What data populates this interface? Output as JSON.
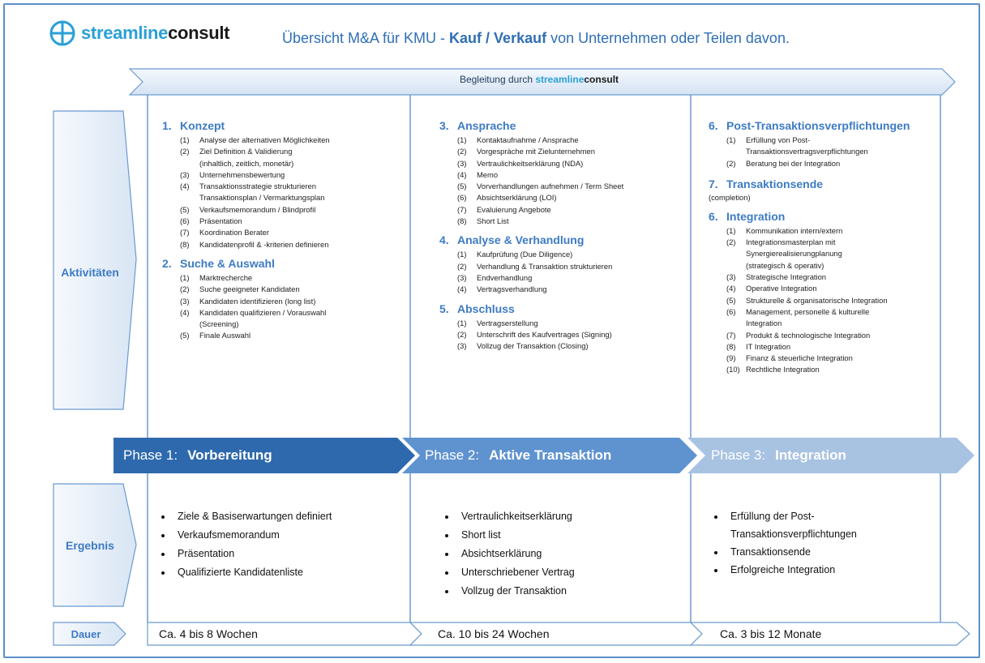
{
  "header": {
    "logo_a": "streamline",
    "logo_b": "consult",
    "title_pre": "Übersicht M&A für KMU - ",
    "title_bold": "Kauf / Verkauf",
    "title_post": " von Unternehmen oder Teilen davon."
  },
  "banner": {
    "prefix": "Begleitung durch ",
    "brand_a": "streamline",
    "brand_b": "consult"
  },
  "side_labels": {
    "activities": "Aktivitäten",
    "result": "Ergebnis",
    "duration": "Dauer"
  },
  "columns": [
    {
      "sections": [
        {
          "num": "1.",
          "title": "Konzept",
          "items": [
            {
              "n": "(1)",
              "t": "Analyse der alternativen Möglichkeiten"
            },
            {
              "n": "(2)",
              "t": "Ziel Definition & Validierung"
            },
            {
              "n": "",
              "t": "(inhaltlich, zeitlich, monetär)"
            },
            {
              "n": "(3)",
              "t": "Unternehmensbewertung"
            },
            {
              "n": "(4)",
              "t": "Transaktionsstrategie strukturieren"
            },
            {
              "n": "",
              "t": "Transaktionsplan / Vermarktungsplan"
            },
            {
              "n": "(5)",
              "t": "Verkaufsmemorandum / Blindprofil"
            },
            {
              "n": "(6)",
              "t": "Präsentation"
            },
            {
              "n": "(7)",
              "t": "Koordination Berater"
            },
            {
              "n": "(8)",
              "t": "Kandidatenprofil & -kriterien definieren"
            }
          ]
        },
        {
          "num": "2.",
          "title": "Suche & Auswahl",
          "items": [
            {
              "n": "(1)",
              "t": "Marktrecherche"
            },
            {
              "n": "(2)",
              "t": "Suche geeigneter Kandidaten"
            },
            {
              "n": "(3)",
              "t": "Kandidaten identifizieren (long list)"
            },
            {
              "n": "(4)",
              "t": "Kandidaten qualifizieren / Vorauswahl"
            },
            {
              "n": "",
              "t": "(Screening)"
            },
            {
              "n": "(5)",
              "t": "Finale Auswahl"
            }
          ]
        }
      ]
    },
    {
      "sections": [
        {
          "num": "3.",
          "title": "Ansprache",
          "items": [
            {
              "n": "(1)",
              "t": "Kontaktaufnahme / Ansprache"
            },
            {
              "n": "(2)",
              "t": "Vorgespräche mit Zielunternehmen"
            },
            {
              "n": "(3)",
              "t": "Vertraulichkeitserklärung (NDA)"
            },
            {
              "n": "(4)",
              "t": "Memo"
            },
            {
              "n": "(5)",
              "t": "Vorverhandlungen aufnehmen / Term Sheet"
            },
            {
              "n": "(6)",
              "t": "Absichtserklärung (LOI)"
            },
            {
              "n": "(7)",
              "t": "Evaluierung Angebote"
            },
            {
              "n": "(8)",
              "t": "Short List"
            }
          ]
        },
        {
          "num": "4.",
          "title": "Analyse & Verhandlung",
          "items": [
            {
              "n": "(1)",
              "t": "Kaufprüfung (Due Diligence)"
            },
            {
              "n": "(2)",
              "t": "Verhandlung & Transaktion strukturieren"
            },
            {
              "n": "(3)",
              "t": "Endverhandlung"
            },
            {
              "n": "(4)",
              "t": "Vertragsverhandlung"
            }
          ]
        },
        {
          "num": "5.",
          "title": "Abschluss",
          "items": [
            {
              "n": "(1)",
              "t": "Vertragserstellung"
            },
            {
              "n": "(2)",
              "t": "Unterschrift des Kaufvertrages (Signing)"
            },
            {
              "n": "(3)",
              "t": "Vollzug der Transaktion (Closing)"
            }
          ]
        }
      ]
    },
    {
      "sections": [
        {
          "num": "6.",
          "title": "Post-Transaktionsverpflichtungen",
          "items": [
            {
              "n": "(1)",
              "t": "Erfüllung von Post-"
            },
            {
              "n": "",
              "t": "Transaktionsvertragsverpflichtungen"
            },
            {
              "n": "(2)",
              "t": "Beratung bei der Integration"
            }
          ]
        },
        {
          "num": "7.",
          "title": "Transaktionsende",
          "note": "(completion)",
          "items": []
        },
        {
          "num": "6.",
          "title": "Integration",
          "items": [
            {
              "n": "(1)",
              "t": "Kommunikation intern/extern"
            },
            {
              "n": "(2)",
              "t": "Integrationsmasterplan mit"
            },
            {
              "n": "",
              "t": "Synergierealisierungplanung"
            },
            {
              "n": "",
              "t": "(strategisch & operativ)"
            },
            {
              "n": "(3)",
              "t": "Strategische Integration"
            },
            {
              "n": "(4)",
              "t": "Operative Integration"
            },
            {
              "n": "(5)",
              "t": "Strukturelle & organisatorische Integration"
            },
            {
              "n": "(6)",
              "t": "Management, personelle & kulturelle"
            },
            {
              "n": "",
              "t": "Integration"
            },
            {
              "n": "(7)",
              "t": "Produkt & technologische Integration"
            },
            {
              "n": "(8)",
              "t": "IT Integration"
            },
            {
              "n": "(9)",
              "t": "Finanz & steuerliche Integration"
            },
            {
              "n": "(10)",
              "t": "Rechtliche Integration"
            }
          ]
        }
      ]
    }
  ],
  "phases": [
    {
      "label": "Phase 1:",
      "name": "Vorbereitung",
      "color": "#2e69ad"
    },
    {
      "label": "Phase 2:",
      "name": "Aktive Transaktion",
      "color": "#5f93cf"
    },
    {
      "label": "Phase 3:",
      "name": "Integration",
      "color": "#a8c2e2"
    }
  ],
  "results": [
    [
      "Ziele & Basiserwartungen definiert",
      "Verkaufsmemorandum",
      "Präsentation",
      "Qualifizierte Kandidatenliste"
    ],
    [
      "Vertraulichkeitserklärung",
      "Short list",
      "Absichtserklärung",
      "Unterschriebener Vertrag",
      "Vollzug der Transaktion"
    ],
    [
      "Erfüllung der Post-",
      "Transaktionsverpflichtungen",
      "Transaktionsende",
      "Erfolgreiche Integration"
    ]
  ],
  "durations": [
    "Ca. 4 bis 8 Wochen",
    "Ca. 10 bis 24 Wochen",
    "Ca. 3 bis 12 Monate"
  ]
}
